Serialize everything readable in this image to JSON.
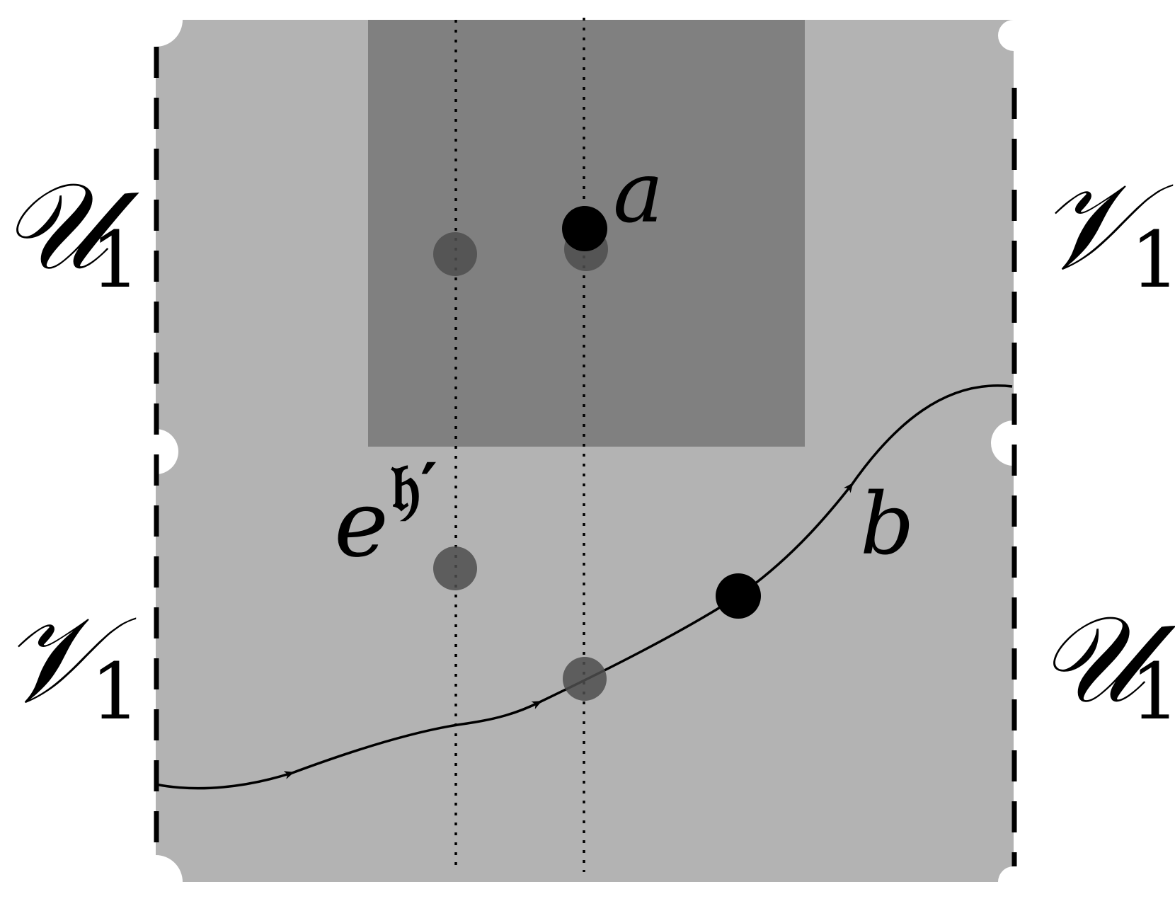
{
  "labels": {
    "u_left": "𝒰",
    "u_left_sub": "1",
    "v_right_top": "𝒱",
    "v_right_top_sub": "1",
    "v_left": "𝒱",
    "v_left_sub": "1",
    "u_right": "𝒰",
    "u_right_sub": "1",
    "point_a": "a",
    "point_b": "b",
    "e_base": "e",
    "e_superscript": "𝔥′"
  },
  "colors": {
    "background": "#ffffff",
    "light_region": "#b3b3b3",
    "dark_region": "#808080",
    "ghost_dot": "#4d4d4d",
    "stroke": "#000000"
  }
}
